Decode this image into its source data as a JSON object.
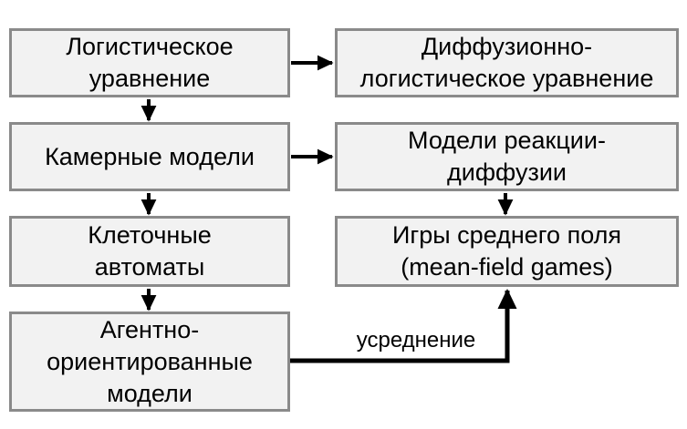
{
  "diagram": {
    "type": "flowchart",
    "language": "ru",
    "colors": {
      "background": "#ffffff",
      "box_fill": "#f2f2f2",
      "box_border": "#8a8a8a",
      "arrow": "#000000",
      "text": "#000000"
    },
    "boxes": [
      {
        "id": "logistic-equation",
        "lines": [
          "Логистическое",
          "уравнение"
        ]
      },
      {
        "id": "diffusion-logistic-equation",
        "lines": [
          "Диффузионно-",
          "логистическое уравнение"
        ]
      },
      {
        "id": "chamber-models",
        "lines": [
          "Камерные модели"
        ]
      },
      {
        "id": "reaction-diffusion-models",
        "lines": [
          "Модели реакции-",
          "диффузии"
        ]
      },
      {
        "id": "cellular-automata",
        "lines": [
          "Клеточные",
          "автоматы"
        ]
      },
      {
        "id": "mean-field-games",
        "lines": [
          "Игры среднего поля",
          "(mean-field games)"
        ]
      },
      {
        "id": "agent-based-models",
        "lines": [
          "Агентно-",
          "ориентированные",
          "модели"
        ]
      }
    ],
    "edges": [
      {
        "from": "logistic-equation",
        "to": "diffusion-logistic-equation",
        "label": ""
      },
      {
        "from": "logistic-equation",
        "to": "chamber-models",
        "label": ""
      },
      {
        "from": "chamber-models",
        "to": "reaction-diffusion-models",
        "label": ""
      },
      {
        "from": "chamber-models",
        "to": "cellular-automata",
        "label": ""
      },
      {
        "from": "reaction-diffusion-models",
        "to": "mean-field-games",
        "label": ""
      },
      {
        "from": "cellular-automata",
        "to": "agent-based-models",
        "label": ""
      },
      {
        "from": "agent-based-models",
        "to": "mean-field-games",
        "label": "усреднение"
      }
    ]
  }
}
